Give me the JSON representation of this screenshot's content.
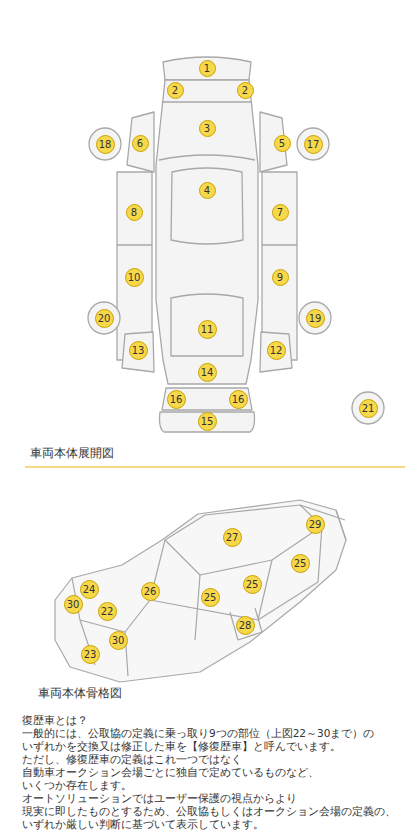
{
  "diagram": {
    "nodes": [
      {
        "text": [
          "1"
        ]
      },
      {
        "text": [
          "2"
        ]
      },
      {
        "text": [
          "2"
        ]
      },
      {
        "text": [
          "3"
        ]
      },
      {
        "text": [
          "18"
        ]
      },
      {
        "text": [
          "6"
        ]
      },
      {
        "text": [
          "5"
        ]
      },
      {
        "text": [
          "17"
        ]
      },
      {
        "text": [
          "4"
        ]
      },
      {
        "text": [
          "8"
        ]
      },
      {
        "text": [
          "7"
        ]
      },
      {
        "text": [
          "10"
        ]
      },
      {
        "text": [
          "9"
        ]
      },
      {
        "text": [
          "20"
        ]
      },
      {
        "text": [
          "19"
        ]
      },
      {
        "text": [
          "11"
        ]
      },
      {
        "text": [
          "13"
        ]
      },
      {
        "text": [
          "12"
        ]
      },
      {
        "text": [
          "14"
        ]
      },
      {
        "text": [
          "16"
        ]
      },
      {
        "text": [
          "16"
        ]
      },
      {
        "text": [
          "15"
        ]
      },
      {
        "text": [
          "21"
        ]
      },
      {
        "text": [
          "27"
        ]
      },
      {
        "text": [
          "29"
        ]
      },
      {
        "text": [
          "25"
        ]
      },
      {
        "text": [
          "24"
        ]
      },
      {
        "text": [
          "26"
        ]
      },
      {
        "text": [
          "25"
        ]
      },
      {
        "text": [
          "25"
        ]
      },
      {
        "text": [
          "30"
        ]
      },
      {
        "text": [
          "22"
        ]
      },
      {
        "text": [
          "28"
        ]
      },
      {
        "text": [
          "30"
        ]
      },
      {
        "text": [
          "23"
        ]
      }
    ],
    "labels": [
      "車両本体展開図",
      "車両本体骨格図",
      "復歴車とは？",
      "一般的には、公取協の定義に乗っ取り9つの部位（上図22～30まで）の",
      "いずれかを交換又は修正した車を【修復歴車】と呼んでいます。",
      "ただし、修復歴車の定義はこれ一つではなく",
      "自動車オークション会場ごとに独自で定めているものなど、",
      "いくつか存在します。",
      "オートソリューションではユーザー保護の視点からより",
      "現実に即したものとするため、公取協もしくはオークション会場の定義の、",
      "いずれか厳しい判断に基づいて表示しています。"
    ]
  }
}
